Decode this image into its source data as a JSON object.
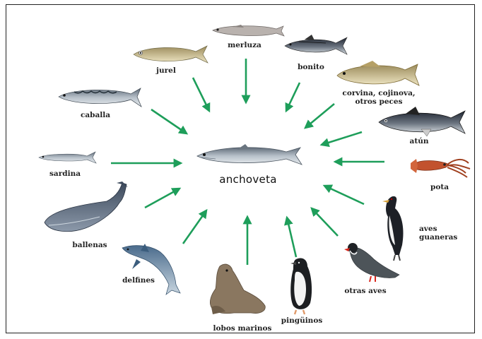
{
  "center": {
    "label": "anchoveta",
    "icon": "anchovy-icon"
  },
  "nodes": [
    {
      "id": "merluza",
      "label": "merluza",
      "icon": "hake-fish-icon"
    },
    {
      "id": "jurel",
      "label": "jurel",
      "icon": "jack-mackerel-fish-icon"
    },
    {
      "id": "bonito",
      "label": "bonito",
      "icon": "bonito-fish-icon"
    },
    {
      "id": "caballa",
      "label": "caballa",
      "icon": "mackerel-fish-icon"
    },
    {
      "id": "corvina",
      "label": "corvina, cojinova,\notros peces",
      "icon": "corvina-fish-icon"
    },
    {
      "id": "atun",
      "label": "atún",
      "icon": "tuna-fish-icon"
    },
    {
      "id": "sardina",
      "label": "sardina",
      "icon": "sardine-fish-icon"
    },
    {
      "id": "pota",
      "label": "pota",
      "icon": "squid-icon"
    },
    {
      "id": "ballenas",
      "label": "ballenas",
      "icon": "whale-icon"
    },
    {
      "id": "aves-guaneras",
      "label": "aves\nguaneras",
      "icon": "cormorant-bird-icon"
    },
    {
      "id": "delfines",
      "label": "delfines",
      "icon": "dolphin-icon"
    },
    {
      "id": "otras-aves",
      "label": "otras aves",
      "icon": "tern-bird-icon"
    },
    {
      "id": "lobos-marinos",
      "label": "lobos marinos",
      "icon": "sea-lion-icon"
    },
    {
      "id": "pinguinos",
      "label": "pingüinos",
      "icon": "penguin-icon"
    }
  ],
  "colors": {
    "arrow": "#1e9e5a",
    "frame": "#222222",
    "fish_body": "#9aa4ae",
    "fish_dark": "#5a6570"
  }
}
